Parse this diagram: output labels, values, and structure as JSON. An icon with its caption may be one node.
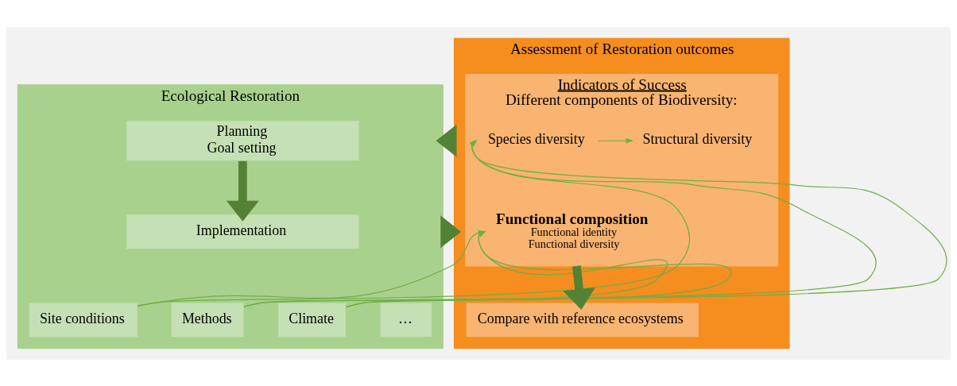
{
  "diagram": {
    "nodes": [
      {
        "text": [
          "Ecological Restoration"
        ]
      },
      {
        "text": [
          "Planning",
          "Goal setting"
        ],
        "in": 0
      },
      {
        "text": [
          "Implementation"
        ],
        "in": 0
      },
      {
        "text": [
          "Site conditions"
        ],
        "in": 0
      },
      {
        "text": [
          "Methods"
        ],
        "in": 0
      },
      {
        "text": [
          "Climate"
        ],
        "in": 0
      },
      {
        "text": [
          "…"
        ],
        "in": 0
      },
      {
        "text": [
          "Assessment of Restoration outcomes"
        ]
      },
      {
        "text": [
          "Indicators of Success",
          "Different components of Biodiversity:"
        ],
        "in": 7
      },
      {
        "text": [
          "Species diversity"
        ],
        "in": 8
      },
      {
        "text": [
          "Structural diversity"
        ],
        "in": 8
      },
      {
        "text": [
          "Functional composition",
          "Functional identity",
          "Functional diversity"
        ],
        "in": 8
      },
      {
        "text": [
          "Compare with reference ecosystems"
        ],
        "in": 7
      }
    ],
    "edges": [
      {
        "from": 1,
        "to": 2,
        "arrow": "to",
        "style": "thick",
        "color": "#548235"
      },
      {
        "from": 0,
        "to": 7,
        "arrow": "to",
        "style": "thick",
        "color": "#548235"
      },
      {
        "from": 7,
        "to": 0,
        "arrow": "to",
        "style": "thick",
        "color": "#548235"
      },
      {
        "from": 3,
        "to": 9,
        "arrow": "to"
      },
      {
        "from": 4,
        "to": 9,
        "arrow": "to"
      },
      {
        "from": 5,
        "to": 9,
        "arrow": "to"
      },
      {
        "from": 3,
        "to": 11,
        "arrow": "to"
      },
      {
        "from": 4,
        "to": 11,
        "arrow": "to"
      },
      {
        "from": 5,
        "to": 11,
        "arrow": "to"
      },
      {
        "from": 9,
        "to": 10,
        "arrow": "to"
      },
      {
        "from": 8,
        "to": 12,
        "arrow": "to",
        "style": "thick",
        "color": "#548235"
      }
    ]
  }
}
